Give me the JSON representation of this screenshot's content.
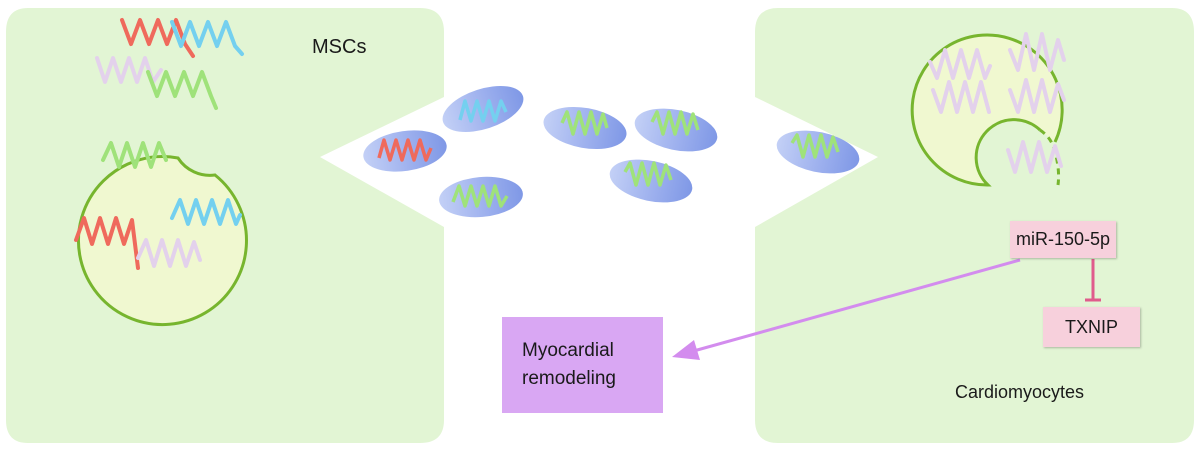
{
  "labels": {
    "mscs": "MSCs",
    "cardiomyocytes": "Cardiomyocytes",
    "mirna": "miR-150-5p",
    "target": "TXNIP",
    "outcome_line1": "Myocardial",
    "outcome_line2": "remodeling"
  },
  "colors": {
    "panel_fill": "#e2f5d4",
    "cell_fill": "#f0f8d0",
    "cell_outline": "#77b52e",
    "exosome_fill": "#8fa8ec",
    "mirna_red": "#ef6a5c",
    "mirna_blue": "#74d0ef",
    "mirna_green": "#9fe27a",
    "mirna_lavender": "#e3d1ec",
    "label_box_pink": "#f7d0dc",
    "outcome_box_purple": "#d9a7f3",
    "arrow_purple": "#d38cee",
    "inhibit_pink": "#e05c8c"
  },
  "relations": [
    {
      "from": "miR-150-5p",
      "to": "TXNIP",
      "type": "inhibition"
    },
    {
      "from": "miR-150-5p",
      "to": "Myocardial remodeling",
      "type": "activation"
    }
  ]
}
